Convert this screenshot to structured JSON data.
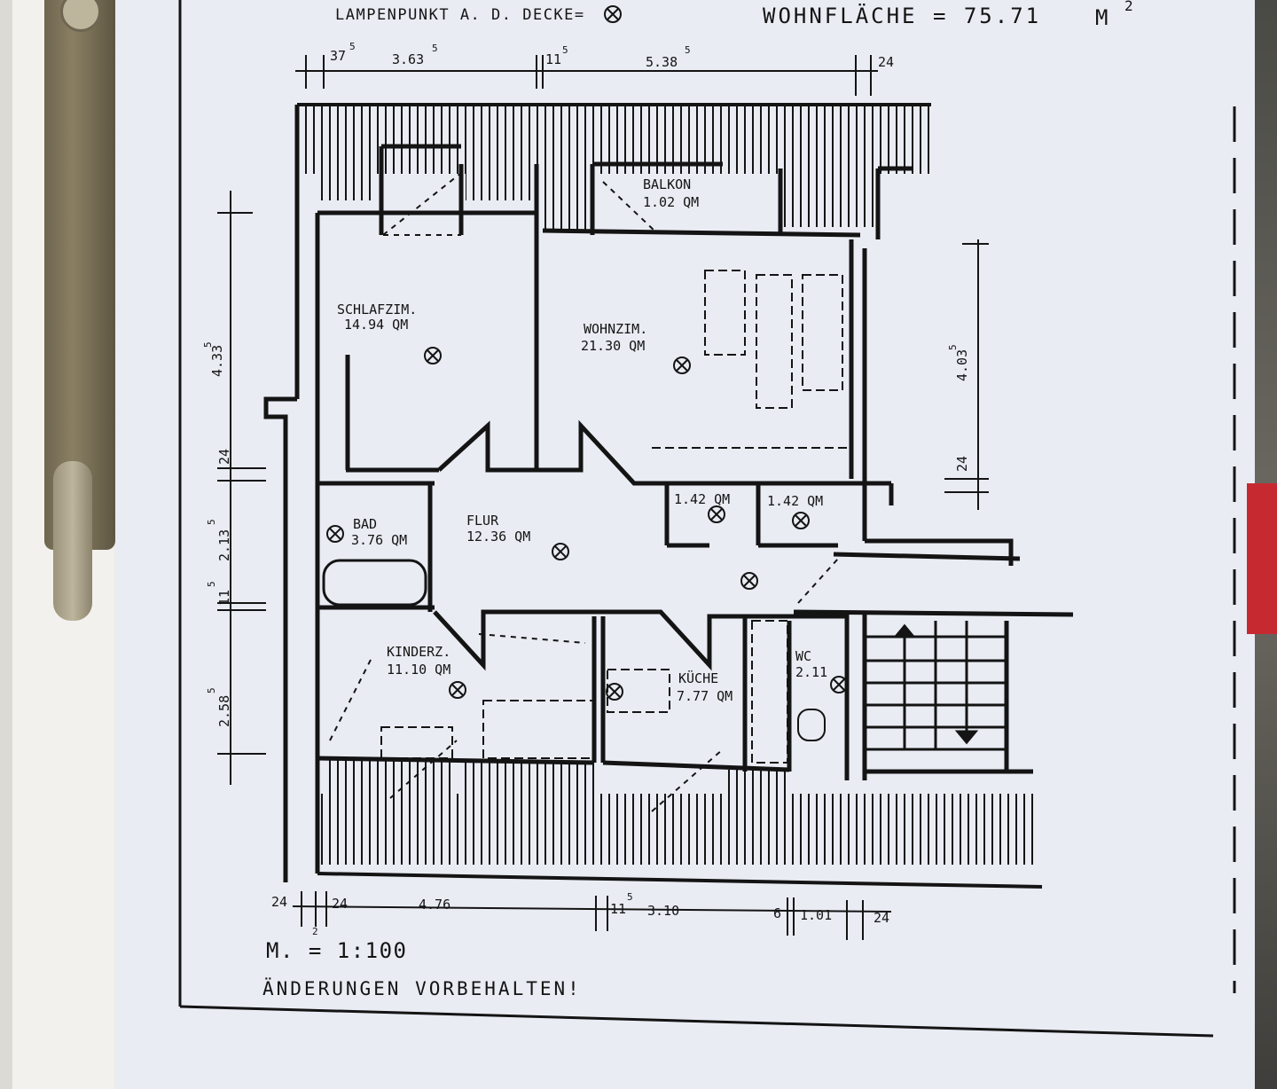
{
  "header": {
    "legend_text": "LAMPENPUNKT A. D. DECKE=",
    "area_total": "WOHNFLÄCHE = 75.71",
    "area_unit": "M",
    "area_unit_sup": "2"
  },
  "rooms": [
    {
      "name": "SCHLAFZIM.",
      "area": "14.94 QM"
    },
    {
      "name": "WOHNZIM.",
      "area": "21.30 QM"
    },
    {
      "name": "BALKON",
      "area": "1.02 QM"
    },
    {
      "name": "BAD",
      "area": "3.76 QM"
    },
    {
      "name": "FLUR",
      "area": "12.36 QM"
    },
    {
      "name": "",
      "area": "1.42 QM"
    },
    {
      "name": "",
      "area": "1.42 QM"
    },
    {
      "name": "KINDERZ.",
      "area": "11.10 QM"
    },
    {
      "name": "KÜCHE",
      "area": "7.77 QM"
    },
    {
      "name": "WC",
      "area": "2.11"
    }
  ],
  "dimensions": {
    "top": [
      "37",
      "5",
      "3.63",
      "5",
      "11",
      "5",
      "5.38",
      "5",
      "24"
    ],
    "bottom": [
      "24",
      "24",
      "4.76",
      "11",
      "5",
      "3.10",
      "6",
      "1.01",
      "24",
      "2"
    ],
    "left": [
      "4.33",
      "5",
      "24",
      "2.13",
      "5",
      "11",
      "5",
      "2.58",
      "5"
    ],
    "right": [
      "4.03",
      "5",
      "24"
    ]
  },
  "footer": {
    "scale": "M. = 1:100",
    "note": "ÄNDERUNGEN VORBEHALTEN!"
  },
  "colors": {
    "paper": "#e9ecf3",
    "ink": "#141414",
    "binder": "#7a7158",
    "tab": "#c62a30"
  }
}
